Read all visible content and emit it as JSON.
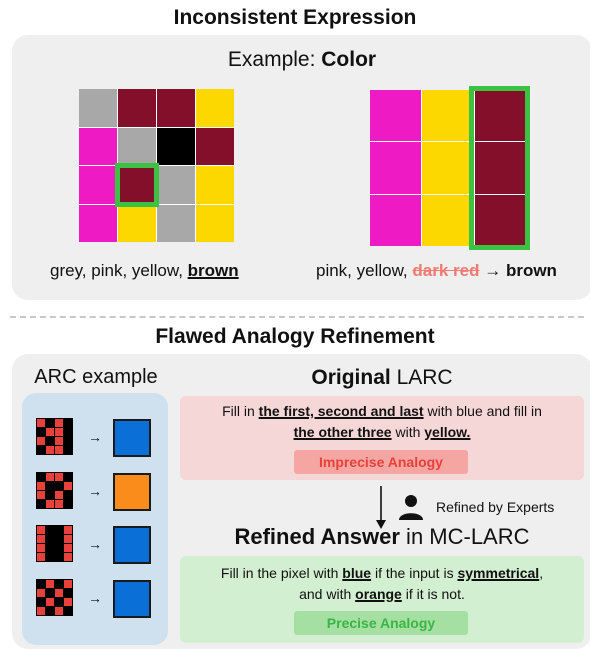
{
  "section1": {
    "title": "Inconsistent Expression",
    "example_prefix": "Example: ",
    "example_bold": "Color",
    "left_caption_plain": "grey, pink, yellow, ",
    "left_caption_bold": "brown",
    "right_caption_plain": "pink, yellow, ",
    "right_caption_strike": "dark red",
    "right_caption_arrow": "→",
    "right_caption_bold": "brown"
  },
  "section2": {
    "title": "Flawed Analogy Refinement",
    "arc_label": "ARC example",
    "original_bold": "Original",
    "original_rest": " LARC",
    "original_text": {
      "p1": "Fill in ",
      "b1": "the first, second and last",
      "p2": " with blue and fill in",
      "b2": "the other three",
      "p3": " with ",
      "b3": "yellow."
    },
    "imprecise_tag": "Imprecise Analogy",
    "refined_by": "Refined by Experts",
    "refined_bold": "Refined Answer",
    "refined_rest": " in MC-LARC",
    "refined_text": {
      "p1": "Fill in the pixel with ",
      "b1": "blue",
      "p2": " if the input is ",
      "b2": "symmetrical",
      "p3": ",",
      "p4": "and with ",
      "b3": "orange",
      "p5": " if it is not."
    },
    "precise_tag": "Precise Analogy"
  },
  "colors": {
    "grey": "#a8a8a8",
    "maroon": "#840f2a",
    "black": "#000000",
    "pink": "#ee1ac3",
    "yellow": "#fcd800",
    "green_select": "#3cc243",
    "blue": "#0b6fd8",
    "orange": "#fa8c1c",
    "red": "#e8403a"
  },
  "left_grid": [
    [
      "grey",
      "maroon",
      "maroon",
      "yellow"
    ],
    [
      "pink",
      "grey",
      "black",
      "maroon"
    ],
    [
      "pink",
      "maroon",
      "grey",
      "yellow"
    ],
    [
      "pink",
      "yellow",
      "grey",
      "yellow"
    ]
  ],
  "right_grid": [
    [
      "pink",
      "yellow",
      "maroon"
    ],
    [
      "pink",
      "yellow",
      "maroon"
    ],
    [
      "pink",
      "yellow",
      "maroon"
    ]
  ],
  "arc_examples": [
    {
      "input": [
        "rkrk",
        "krrk",
        "rkrk",
        "krrk"
      ],
      "output": "blue"
    },
    {
      "input": [
        "krrk",
        "rkkr",
        "rkrk",
        "krrk"
      ],
      "output": "orange"
    },
    {
      "input": [
        "rkkr",
        "rkkr",
        "rkkr",
        "rkkr"
      ],
      "output": "blue"
    },
    {
      "input": [
        "krkr",
        "rkrk",
        "krkr",
        "rkrk"
      ],
      "output": "blue"
    }
  ]
}
